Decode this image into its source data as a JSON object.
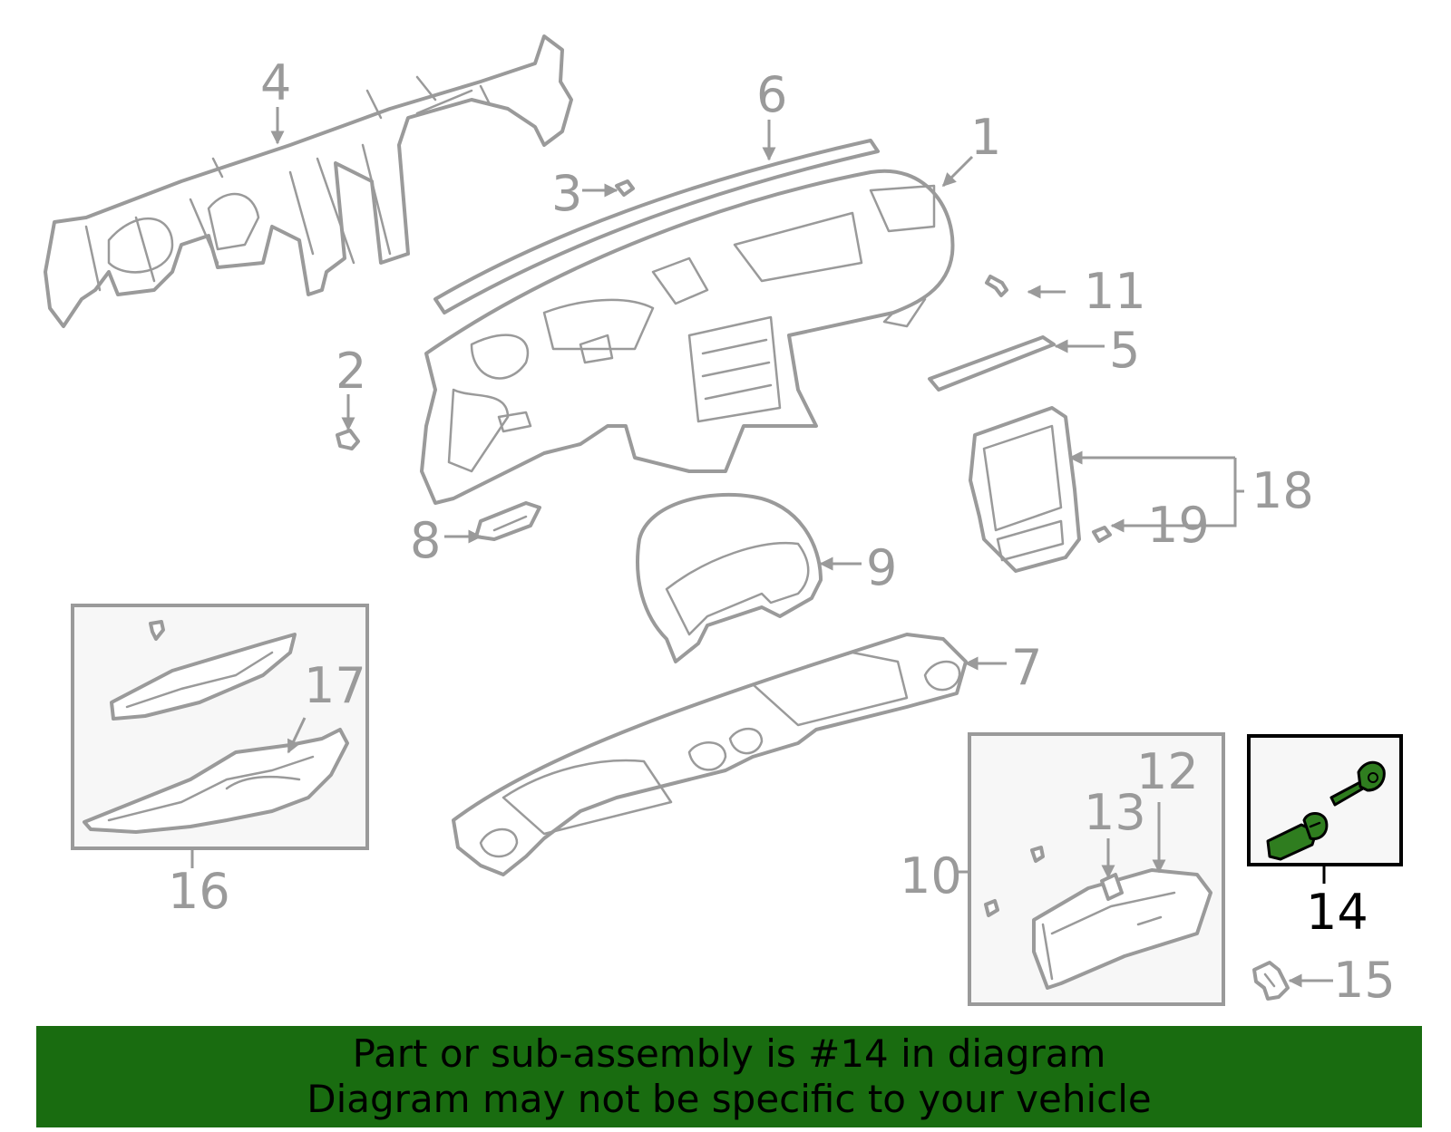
{
  "callouts": {
    "c1": "1",
    "c2": "2",
    "c3": "3",
    "c4": "4",
    "c5": "5",
    "c6": "6",
    "c7": "7",
    "c8": "8",
    "c9": "9",
    "c10": "10",
    "c11": "11",
    "c12": "12",
    "c13": "13",
    "c14": "14",
    "c15": "15",
    "c16": "16",
    "c17": "17",
    "c18": "18",
    "c19": "19"
  },
  "highlighted_part": "14",
  "colors": {
    "line": "#9a9a9a",
    "highlight": "#2f7d1f",
    "banner": "#196c10",
    "banner_text": "#000000"
  },
  "banner": {
    "line1": "Part or sub-assembly is #14 in diagram",
    "line2": "Diagram may not be specific to your vehicle"
  }
}
